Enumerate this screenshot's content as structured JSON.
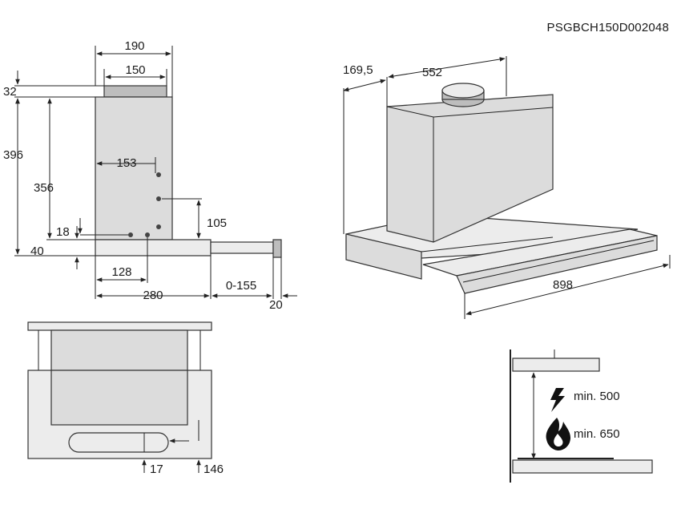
{
  "drawing_code": "PSGBCH150D002048",
  "side_view": {
    "top_width": "190",
    "outlet_width": "150",
    "outlet_height": "32",
    "total_height": "396",
    "chimney_height": "356",
    "bolt_offset": "153",
    "base_height": "40",
    "bolt_height": "18",
    "bracket_height": "105",
    "bolt_spacing": "128",
    "depth": "280",
    "slide_range": "0-155",
    "handle_depth": "20"
  },
  "iso_view": {
    "side_depth": "169,5",
    "chimney_width": "552",
    "total_width": "898"
  },
  "front_view": {
    "handle_height": "17",
    "front_height": "146"
  },
  "clearance": {
    "electric": "min. 500",
    "gas": "min. 650",
    "electric_icon": "lightning-icon",
    "gas_icon": "flame-icon"
  }
}
